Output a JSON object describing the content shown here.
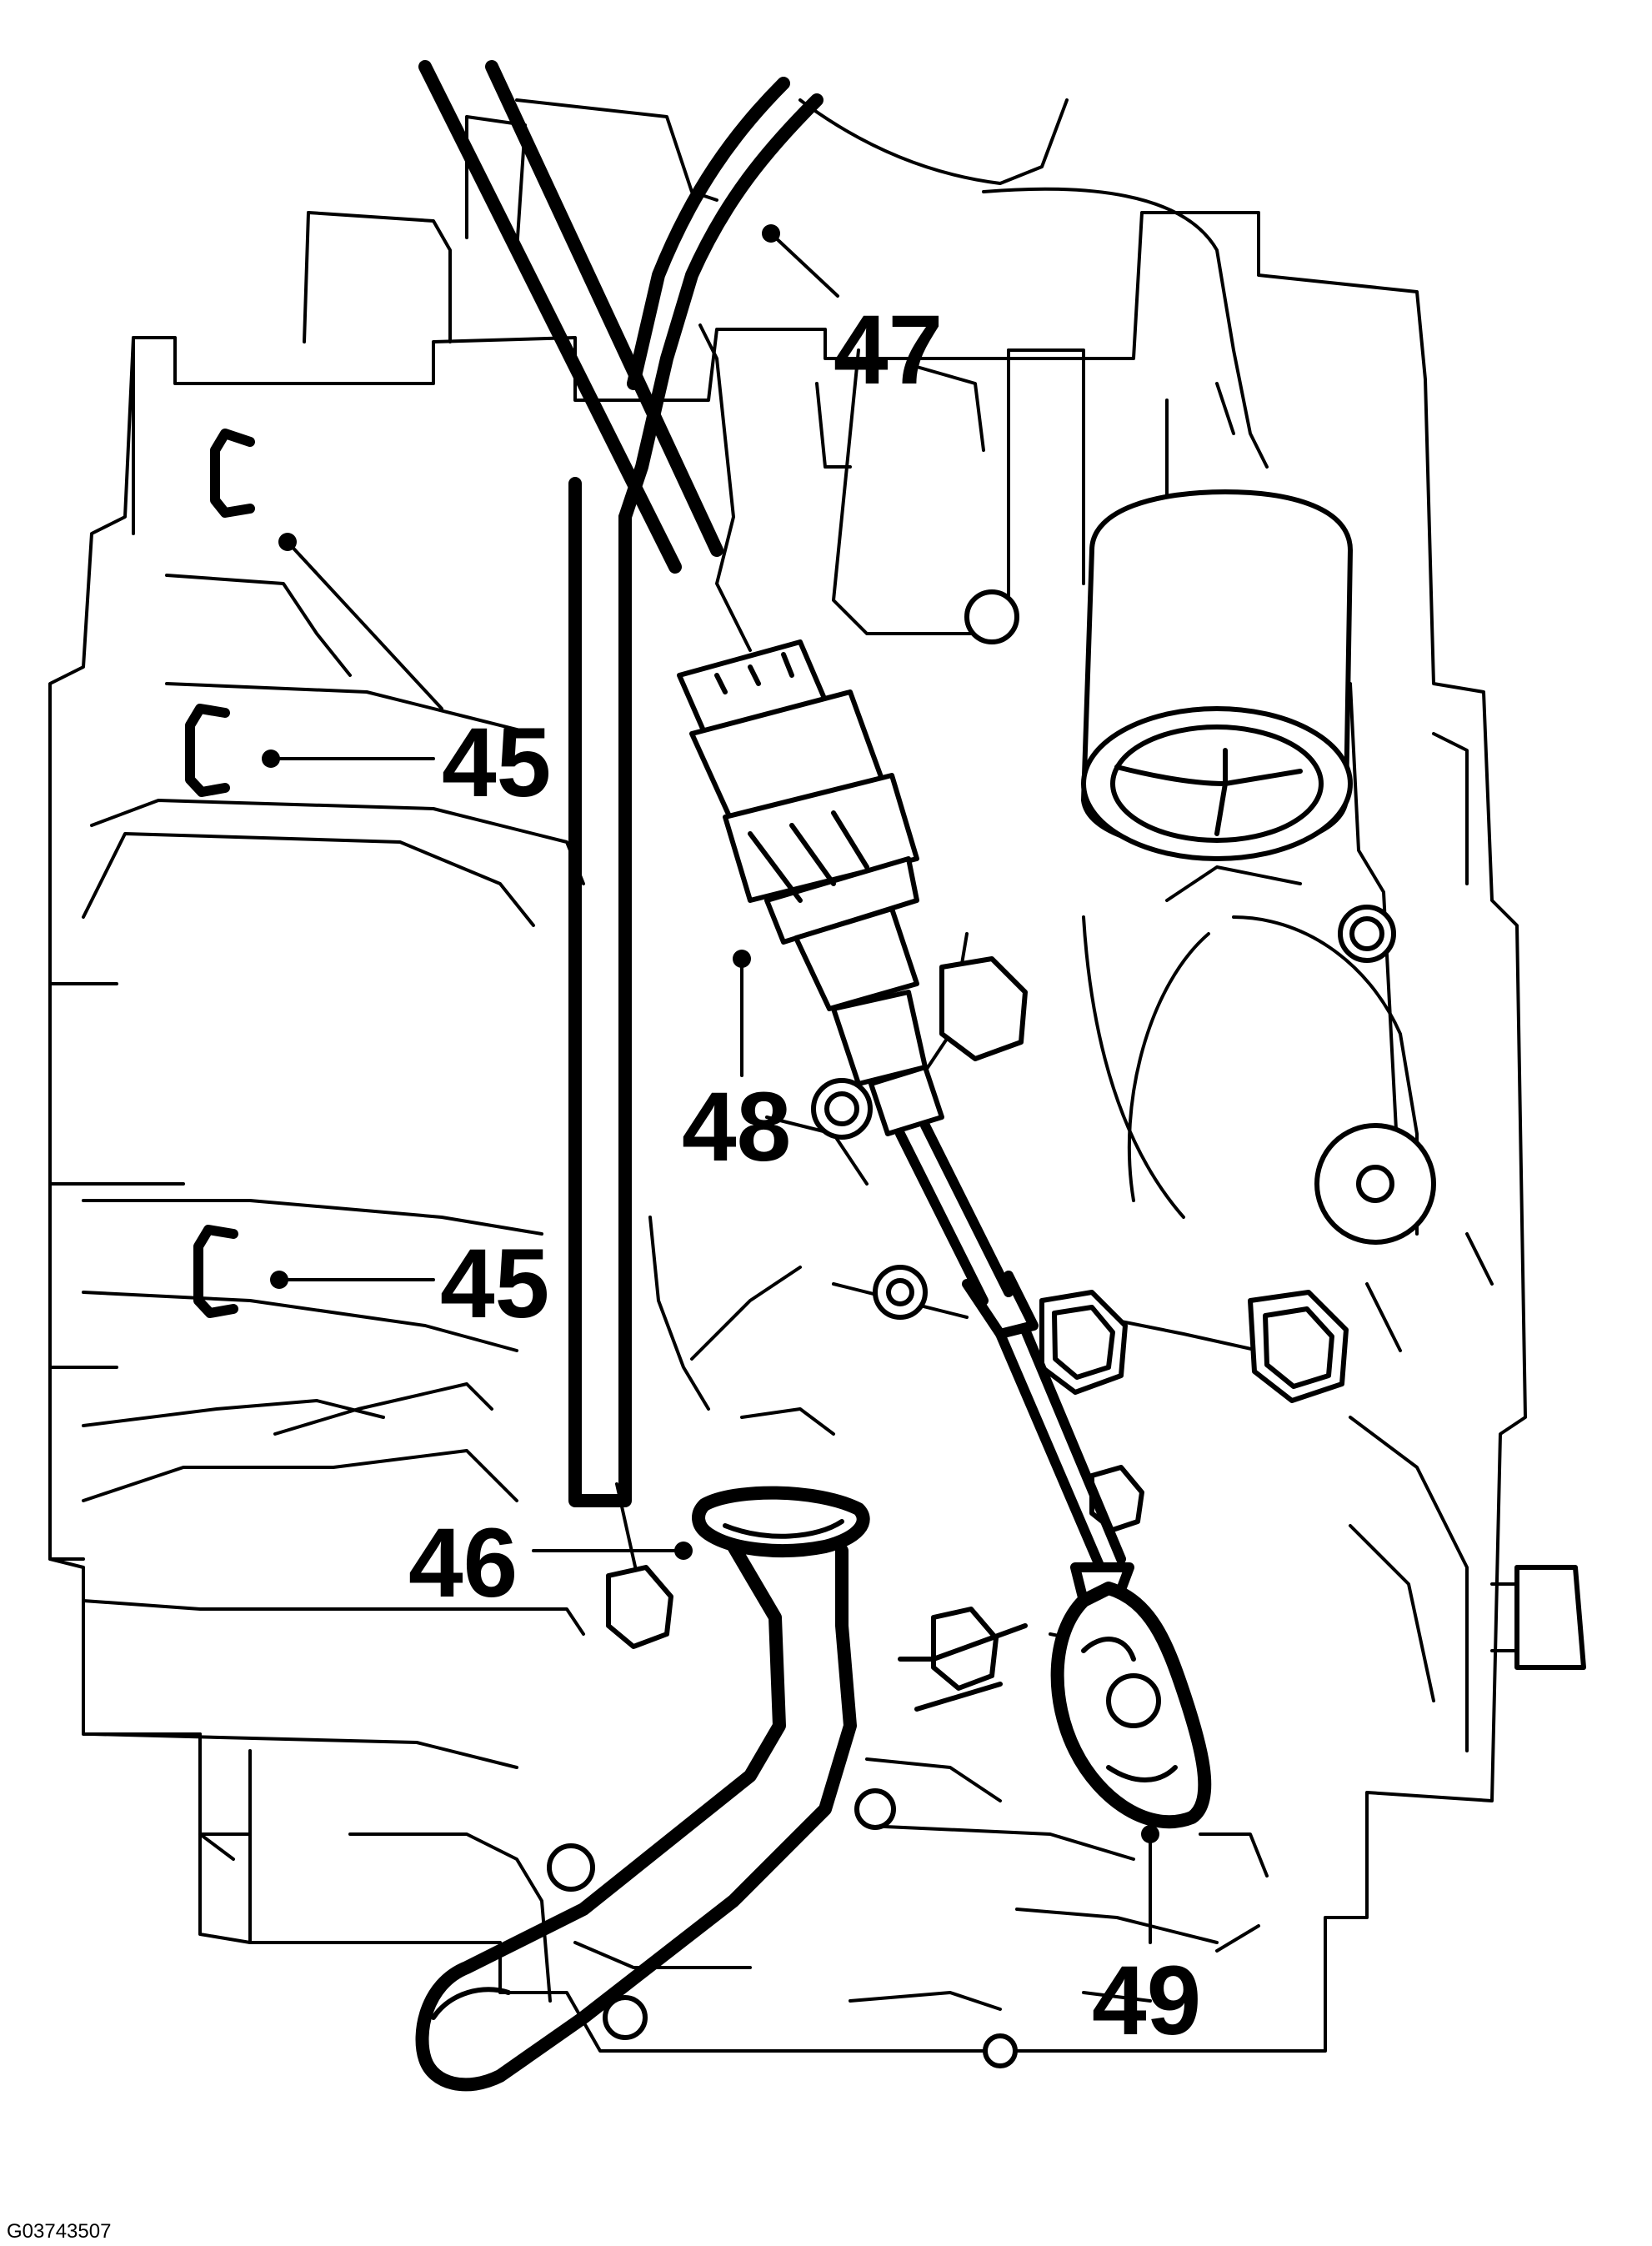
{
  "figure_id": "G03743507",
  "callouts": {
    "c45_upper": "45",
    "c45_lower": "45",
    "c46": "46",
    "c47": "47",
    "c48": "48",
    "c49": "49"
  }
}
